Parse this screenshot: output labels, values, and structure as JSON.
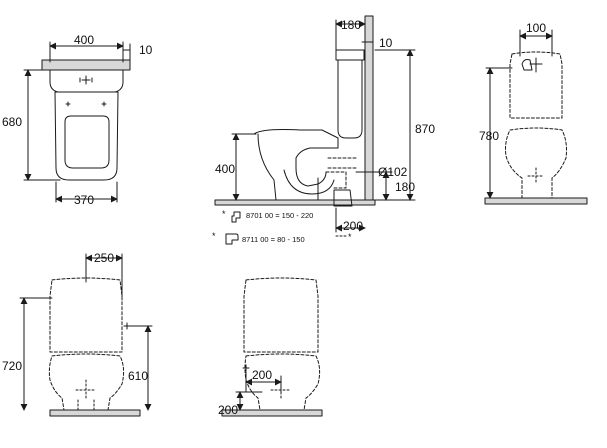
{
  "dimensions": {
    "top_width": "400",
    "top_tank_gap": "10",
    "top_depth": "680",
    "top_base_width": "370",
    "side_tank_depth": "180",
    "side_wall_gap": "10",
    "side_height": "870",
    "side_seat_height": "400",
    "side_outlet_diameter": "Ø102",
    "side_outlet_height": "180",
    "side_outlet_offset": "200",
    "front_top": "100",
    "front_height": "780",
    "rear_offset": "250",
    "rear_height": "720",
    "rear_mid_height": "610",
    "floor_offset_x": "200",
    "floor_offset_y": "200"
  },
  "notes": {
    "star": "*",
    "note1": "8701 00 = 150 - 220",
    "note2": "8711 00 = 80 - 150"
  },
  "colors": {
    "line": "#1a1a1a",
    "floor": "#d8d8d8"
  },
  "icons": [
    "toilet-top-view",
    "toilet-side-view",
    "toilet-front-view",
    "toilet-rear-view",
    "toilet-floor-view",
    "pipe-adapter-icon"
  ]
}
